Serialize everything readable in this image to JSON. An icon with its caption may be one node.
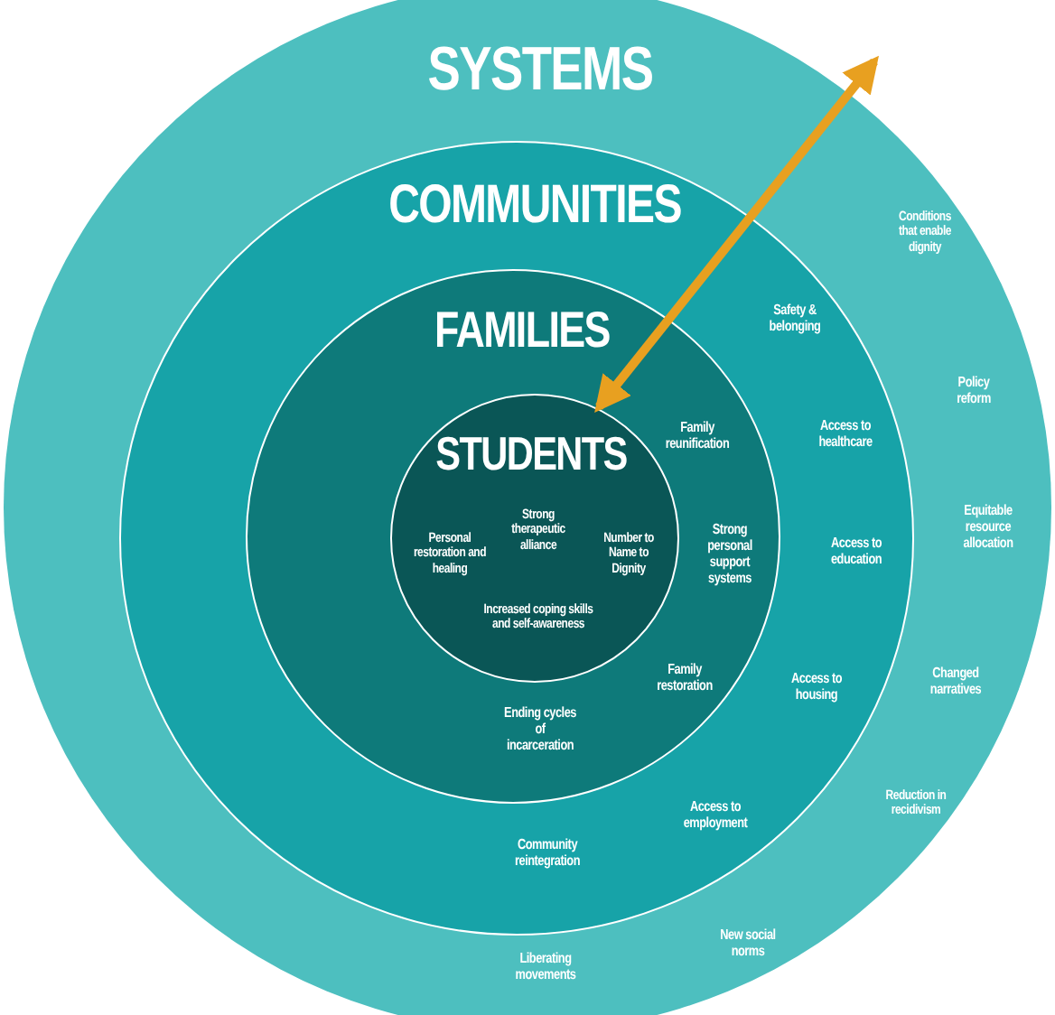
{
  "diagram": {
    "nodes": [
      {
        "text": [
          "SYSTEMS",
          "Conditions that enable dignity",
          "Policy reform",
          "Equitable resource allocation",
          "Changed narratives",
          "Reduction in recidivism",
          "New social norms",
          "Liberating movements"
        ]
      },
      {
        "text": [
          "COMMUNITIES",
          "Safety & belonging",
          "Access to healthcare",
          "Access to education",
          "Access to housing",
          "Access to employment",
          "Community reintegration"
        ],
        "in": 0
      },
      {
        "text": [
          "FAMILIES",
          "Family reunification",
          "Strong personal support systems",
          "Family restoration",
          "Ending cycles of incarceration"
        ],
        "in": 1
      },
      {
        "text": [
          "STUDENTS",
          "Personal restoration and healing",
          "Strong therapeutic alliance",
          "Number to Name to Dignity",
          "Increased coping skills and self-awareness"
        ],
        "in": 2
      }
    ],
    "edges": [
      {
        "from": null,
        "to": 3,
        "arrow": "both"
      }
    ]
  }
}
